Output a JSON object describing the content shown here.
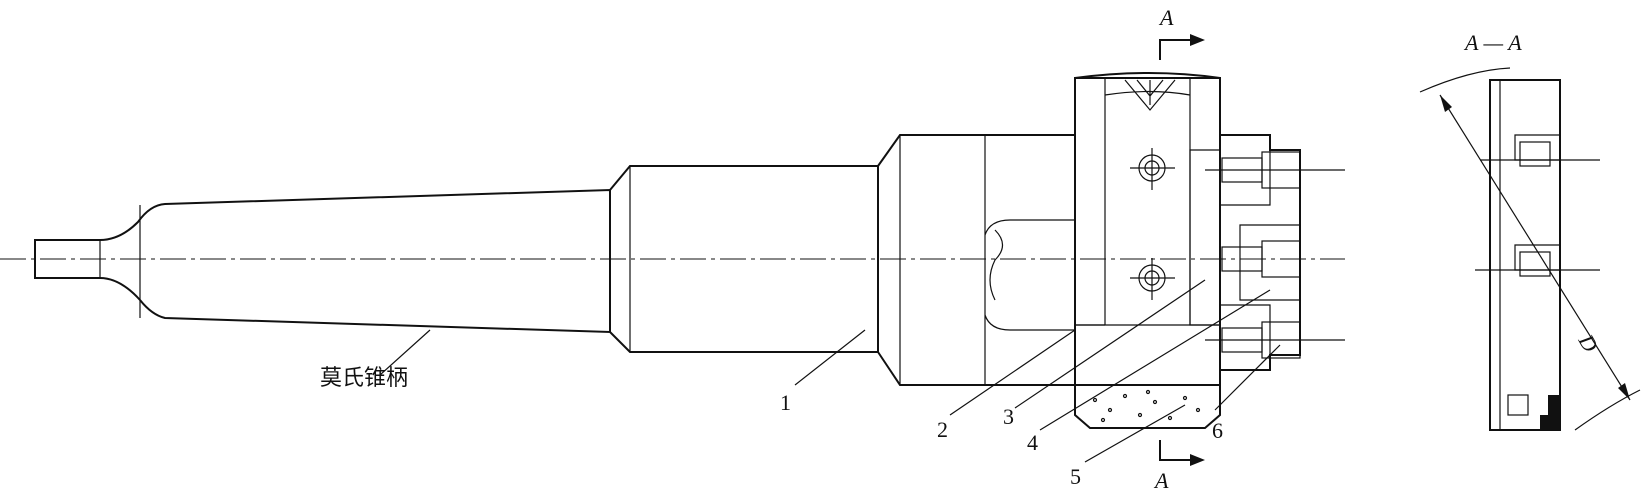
{
  "labels": {
    "morse_taper": "莫氏锥柄",
    "part1": "1",
    "part2": "2",
    "part3": "3",
    "part4": "4",
    "part5": "5",
    "part6": "6",
    "section_top": "A",
    "section_bottom": "A",
    "section_title": "A — A",
    "dimension": "D"
  }
}
